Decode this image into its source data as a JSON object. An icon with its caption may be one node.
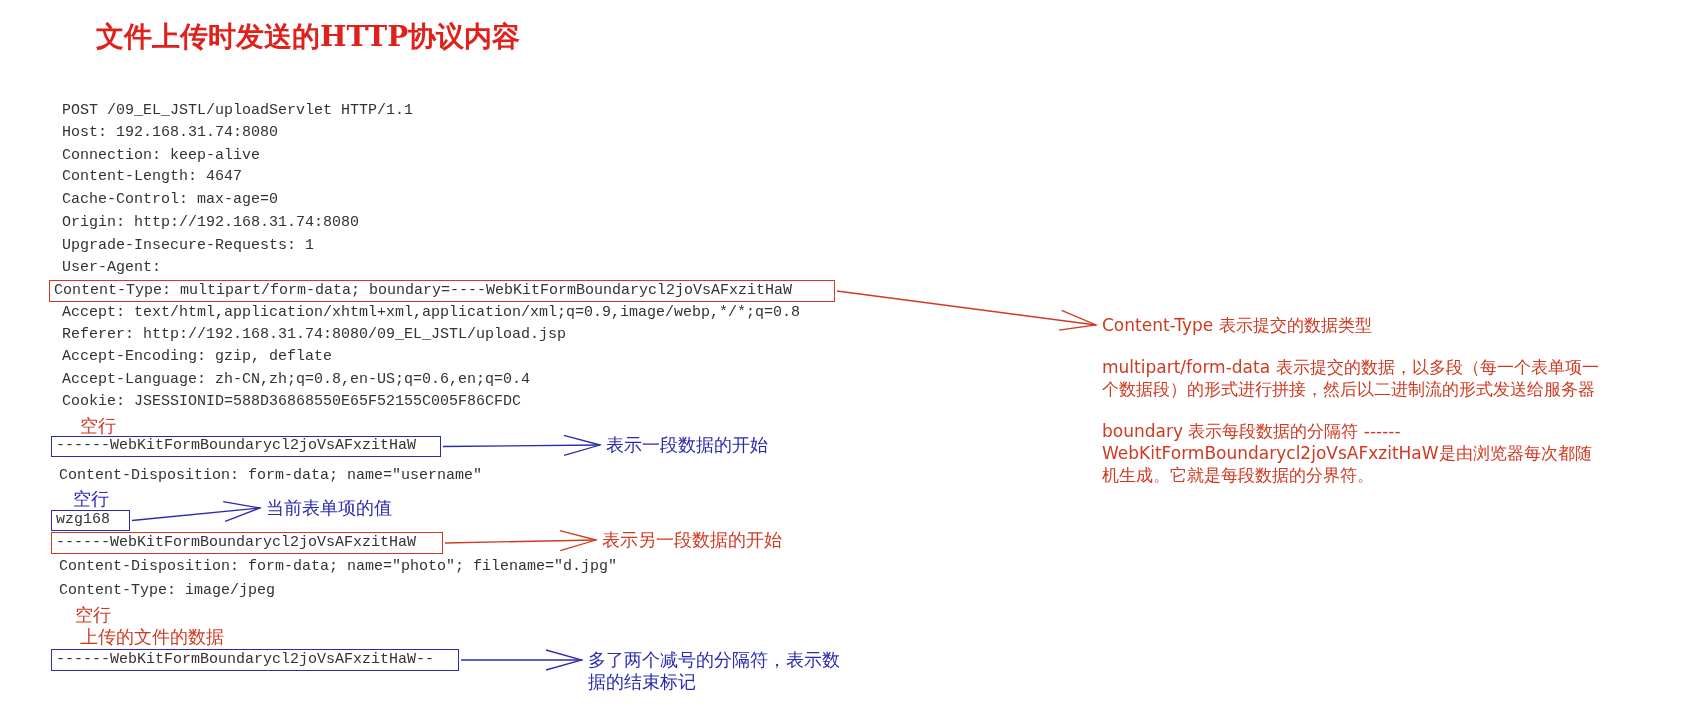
{
  "diagram": {
    "title": "文件上传时发送的HTTP协议内容",
    "nodes": [
      {
        "text": [
          "Content-Type: multipart/form-data; boundary=----WebKitFormBoundarycl2joVsAFxzitHaW"
        ]
      },
      {
        "text": [
          "Content-Type 表示提交的数据类型",
          "multipart/form-data 表示提交的数据，以多段（每一个表单项一个数据段）的形式进行拼接，然后以二进制流的形式发送给服务器",
          "boundary 表示每段数据的分隔符 ------WebKitFormBoundarycl2joVsAFxzitHaW是由浏览器每次都随机生成。它就是每段数据的分界符。"
        ]
      },
      {
        "text": [
          "------WebKitFormBoundarycl2joVsAFxzitHaW"
        ]
      },
      {
        "text": [
          "表示一段数据的开始"
        ]
      },
      {
        "text": [
          "wzg168"
        ]
      },
      {
        "text": [
          "当前表单项的值"
        ]
      },
      {
        "text": [
          "------WebKitFormBoundarycl2joVsAFxzitHaW"
        ]
      },
      {
        "text": [
          "表示另一段数据的开始"
        ]
      },
      {
        "text": [
          "------WebKitFormBoundarycl2joVsAFxzitHaW--"
        ]
      },
      {
        "text": [
          "多了两个减号的分隔符，表示数据的结束标记"
        ]
      }
    ],
    "edges": [
      {
        "from": 0,
        "to": 1,
        "arrow": "to",
        "color": "#d03a22"
      },
      {
        "from": 2,
        "to": 3,
        "arrow": "to"
      },
      {
        "from": 4,
        "to": 5,
        "arrow": "to"
      },
      {
        "from": 6,
        "to": 7,
        "arrow": "to",
        "color": "#d03a22"
      },
      {
        "from": 8,
        "to": 9,
        "arrow": "to"
      }
    ],
    "labels": [
      "POST /09_EL_JSTL/uploadServlet HTTP/1.1",
      "Host: 192.168.31.74:8080",
      "Connection: keep-alive",
      "Content-Length: 4647",
      "Cache-Control: max-age=0",
      "Origin: http://192.168.31.74:8080",
      "Upgrade-Insecure-Requests: 1",
      "User-Agent:",
      "Accept: text/html,application/xhtml+xml,application/xml;q=0.9,image/webp,*/*;q=0.8",
      "Referer: http://192.168.31.74:8080/09_EL_JSTL/upload.jsp",
      "Accept-Encoding: gzip, deflate",
      "Accept-Language: zh-CN,zh;q=0.8,en-US;q=0.6,en;q=0.4",
      "Cookie: JSESSIONID=588D36868550E65F52155C005F86CFDC",
      "空行",
      "Content-Disposition: form-data; name=\"username\"",
      "空行",
      "Content-Disposition: form-data; name=\"photo\"; filename=\"d.jpg\"",
      "Content-Type: image/jpeg",
      "空行",
      "上传的文件的数据"
    ]
  }
}
